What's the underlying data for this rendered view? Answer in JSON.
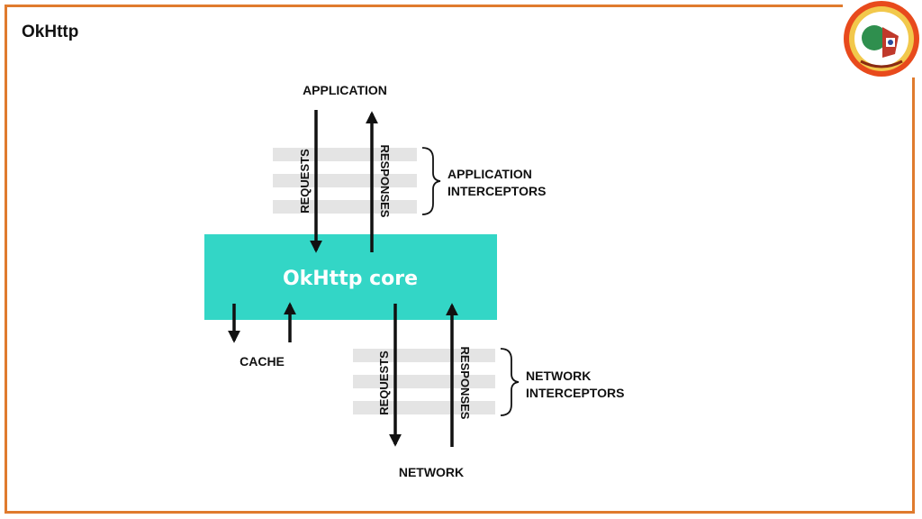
{
  "slide": {
    "title": "OkHttp"
  },
  "logo": {
    "icon": "university-emblem-icon",
    "colors": {
      "outer": "#e84a1c",
      "ring": "#f2c84b",
      "inner": "#2f8f4e",
      "accent": "#c0392b"
    }
  },
  "diagram": {
    "application_label": "APPLICATION",
    "network_label": "NETWORK",
    "cache_label": "CACHE",
    "core_label": "OkHttp core",
    "app_requests_label": "REQUESTS",
    "app_responses_label": "RESPONSES",
    "net_requests_label": "REQUESTS",
    "net_responses_label": "RESPONSES",
    "app_interceptors_line1": "APPLICATION",
    "app_interceptors_line2": "INTERCEPTORS",
    "net_interceptors_line1": "NETWORK",
    "net_interceptors_line2": "INTERCEPTORS",
    "colors": {
      "core": "#33d6c6",
      "interceptor_band": "#e4e4e4",
      "frame": "#e07b2e",
      "arrow": "#111111"
    }
  }
}
